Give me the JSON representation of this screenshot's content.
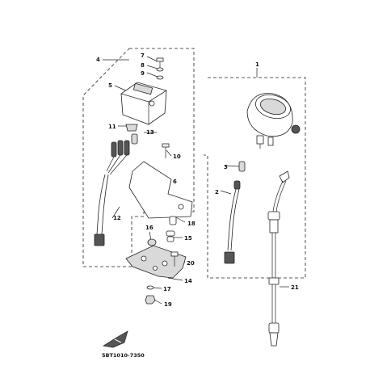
{
  "labels": {
    "p1": "1",
    "p2": "2",
    "p3": "3",
    "p4": "4",
    "p5": "5",
    "p6": "6",
    "p7": "7",
    "p8": "8",
    "p9": "9",
    "p10": "10",
    "p11": "11",
    "p12": "12",
    "p13": "13",
    "p14": "14",
    "p15": "15",
    "p16": "16",
    "p17": "17",
    "p18": "18",
    "p19": "19",
    "p20": "20",
    "p21": "21"
  },
  "diagram_code": "5BT1010-7350",
  "icons": {
    "front_arrow": "front-direction-arrow-icon"
  }
}
